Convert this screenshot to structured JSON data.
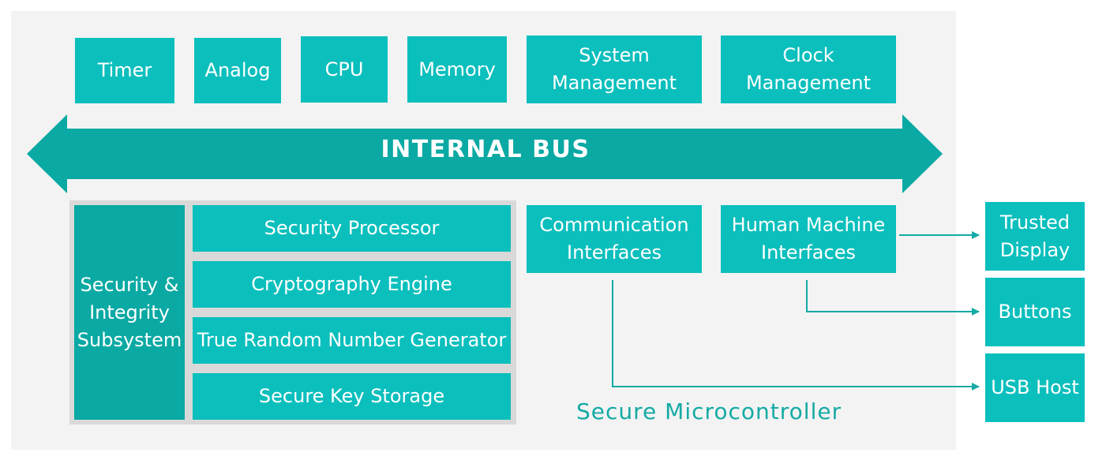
{
  "top_blocks": {
    "timer": "Timer",
    "analog": "Analog",
    "cpu": "CPU",
    "memory": "Memory",
    "system_management": "System\nManagement",
    "clock_management": "Clock\nManagement"
  },
  "bus": {
    "label": "INTERNAL BUS"
  },
  "security_subsystem": {
    "label": "Security &\nIntegrity\nSubsystem",
    "items": [
      "Security Processor",
      "Cryptography Engine",
      "True Random Number Generator",
      "Secure Key Storage"
    ]
  },
  "interfaces": {
    "communication": "Communication\nInterfaces",
    "human_machine": "Human Machine\nInterfaces"
  },
  "external": {
    "trusted_display": "Trusted\nDisplay",
    "buttons": "Buttons",
    "usb_host": "USB Host"
  },
  "footer": "Secure Microcontroller",
  "colors": {
    "block": "#0bbfbd",
    "bus": "#0aa9a3",
    "panel": "#f3f3f3",
    "footer_text": "#14aaa5"
  }
}
